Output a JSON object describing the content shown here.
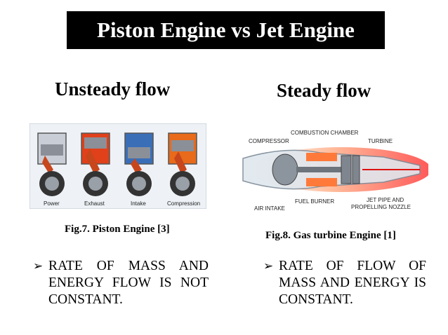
{
  "slide": {
    "title": "Piston Engine vs Jet Engine",
    "left": {
      "heading": "Unsteady flow",
      "figure_labels": [
        "Power",
        "Exhaust",
        "Intake",
        "Compression"
      ],
      "caption": "Fig.7. Piston Engine [3]",
      "bullet_marker": "➢",
      "bullet": "RATE OF MASS AND ENERGY FLOW IS NOT CONSTANT."
    },
    "right": {
      "heading": "Steady flow",
      "figure_labels": {
        "combustion_chamber": "COMBUSTION CHAMBER",
        "compressor": "COMPRESSOR",
        "turbine": "TURBINE",
        "fuel_burner": "FUEL BURNER",
        "jet_pipe": "JET PIPE AND",
        "nozzle": "PROPELLING NOZZLE",
        "air_intake": "AIR INTAKE"
      },
      "caption": "Fig.8. Gas turbine Engine [1]",
      "bullet_marker": "➢",
      "bullet": "RATE OF FLOW OF MASS AND ENERGY IS CONSTANT."
    }
  },
  "colors": {
    "title_bg": "#000000",
    "title_fg": "#ffffff",
    "power": "#d8d8d8",
    "exhaust": "#e0401a",
    "intake": "#3a6fb8",
    "compression": "#e86a1a",
    "flame": "#ff5a2a"
  }
}
